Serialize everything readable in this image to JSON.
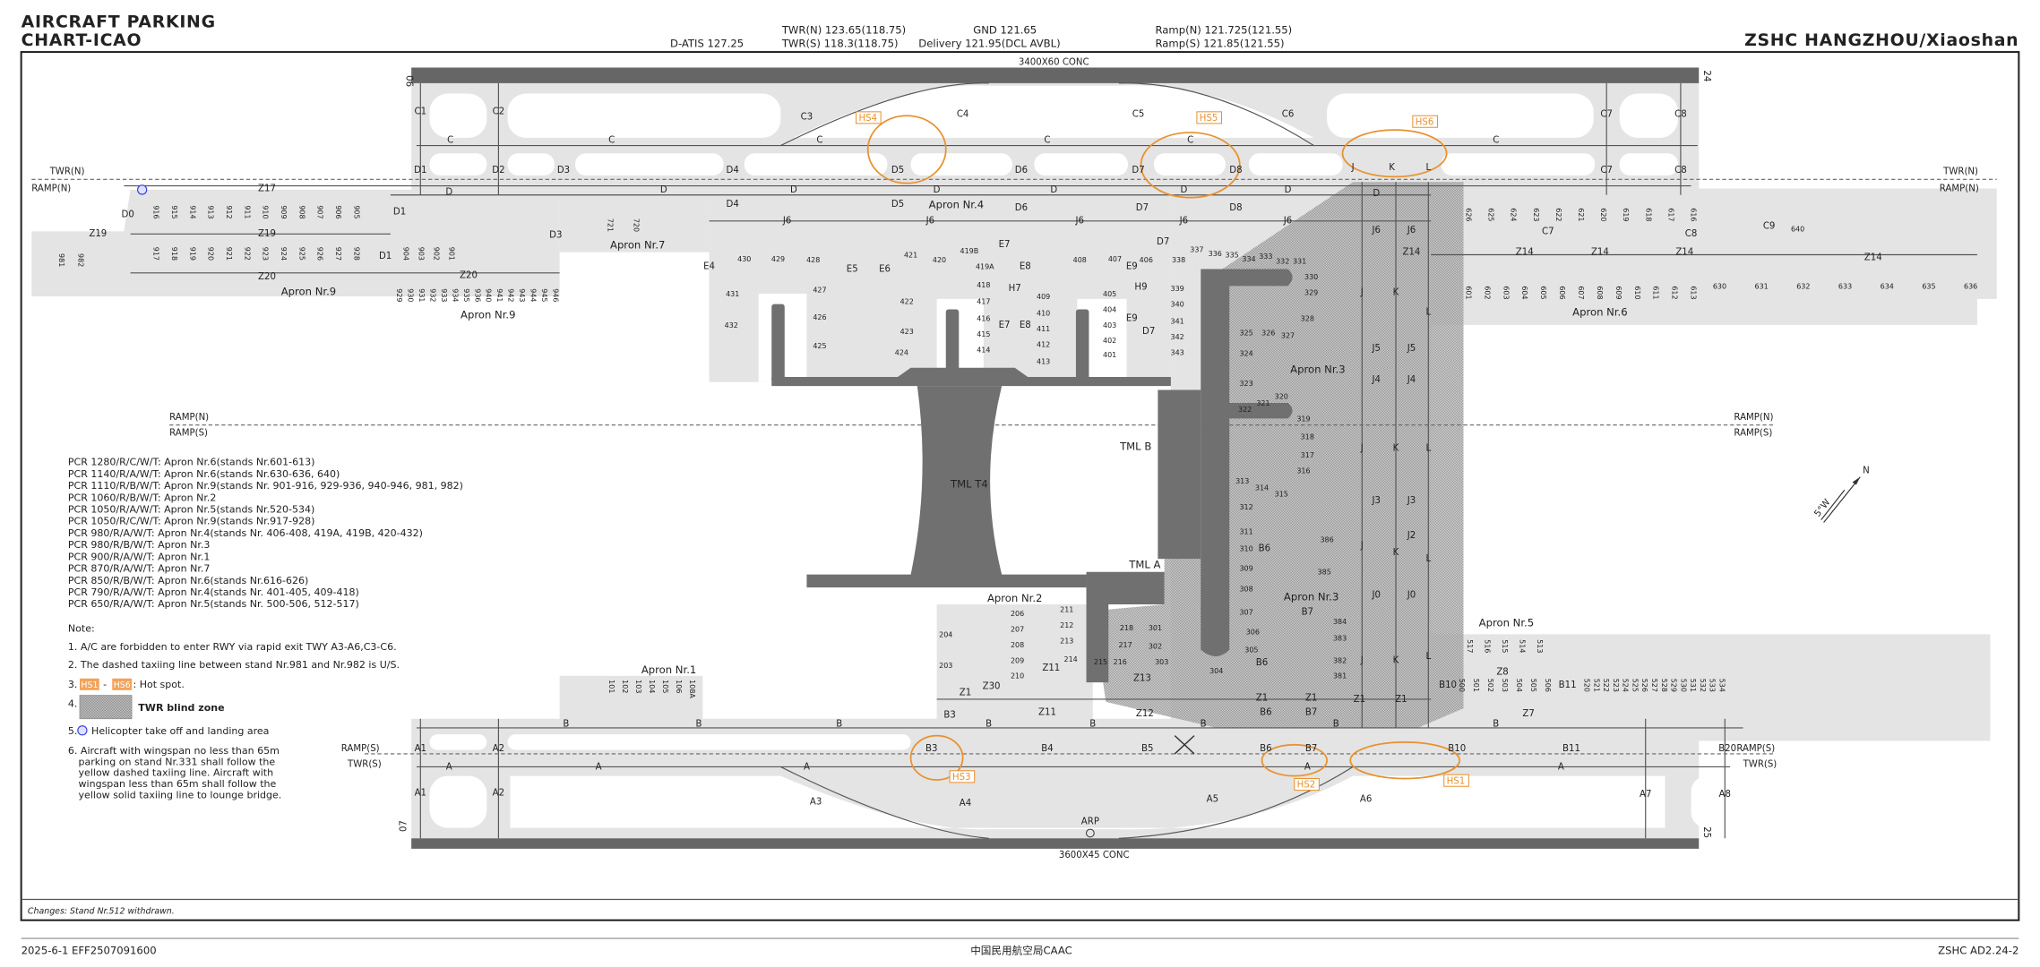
{
  "header": {
    "title_line1": "AIRCRAFT PARKING",
    "title_line2": "CHART-ICAO",
    "datis": "D-ATIS 127.25",
    "twr_n": "TWR(N) 123.65(118.75)",
    "twr_s": "TWR(S) 118.3(118.75)",
    "gnd": "GND 121.65",
    "delivery": "Delivery 121.95(DCL AVBL)",
    "ramp_n": "Ramp(N) 121.725(121.55)",
    "ramp_s": "Ramp(S) 121.85(121.55)",
    "airport": "ZSHC HANGZHOU/Xiaoshan"
  },
  "runways": {
    "north": {
      "surface": "3400X60 CONC",
      "end_w": "06",
      "end_e": "24"
    },
    "south": {
      "surface": "3600X45 CONC",
      "end_w": "07",
      "end_e": "25"
    },
    "arp": "ARP"
  },
  "boundaries": {
    "twr_n": "TWR(N)",
    "ramp_n": "RAMP(N)",
    "ramp_s": "RAMP(S)",
    "twr_s": "TWR(S)"
  },
  "compass": {
    "north": "N",
    "variation": "5°W"
  },
  "terminals": {
    "t4": "TML T4",
    "b": "TML B",
    "a": "TML A"
  },
  "aprons": {
    "a1": "Apron Nr.1",
    "a2": "Apron Nr.2",
    "a3": "Apron Nr.3",
    "a4": "Apron Nr.4",
    "a5": "Apron Nr.5",
    "a6": "Apron Nr.6",
    "a7": "Apron Nr.7",
    "a9": "Apron Nr.9"
  },
  "hotspots": {
    "hs1": "HS1",
    "hs2": "HS2",
    "hs3": "HS3",
    "hs4": "HS4",
    "hs5": "HS5",
    "hs6": "HS6",
    "color": "#e8912d"
  },
  "taxiways": {
    "A": "A",
    "A1": "A1",
    "A2": "A2",
    "A3": "A3",
    "A4": "A4",
    "A5": "A5",
    "A6": "A6",
    "A7": "A7",
    "A8": "A8",
    "B": "B",
    "B3": "B3",
    "B4": "B4",
    "B5": "B5",
    "B6": "B6",
    "B7": "B7",
    "B10": "B10",
    "B11": "B11",
    "B20": "B20",
    "C": "C",
    "C1": "C1",
    "C2": "C2",
    "C3": "C3",
    "C4": "C4",
    "C5": "C5",
    "C6": "C6",
    "C7": "C7",
    "C8": "C8",
    "C9": "C9",
    "D": "D",
    "D0": "D0",
    "D1": "D1",
    "D2": "D2",
    "D3": "D3",
    "D4": "D4",
    "D5": "D5",
    "D6": "D6",
    "D7": "D7",
    "D8": "D8",
    "E4": "E4",
    "E5": "E5",
    "E6": "E6",
    "E7": "E7",
    "E8": "E8",
    "E9": "E9",
    "H7": "H7",
    "H9": "H9",
    "J": "J",
    "J0": "J0",
    "J2": "J2",
    "J3": "J3",
    "J4": "J4",
    "J5": "J5",
    "J6": "J6",
    "K": "K",
    "L": "L",
    "Z1": "Z1",
    "Z7": "Z7",
    "Z8": "Z8",
    "Z11": "Z11",
    "Z12": "Z12",
    "Z13": "Z13",
    "Z14": "Z14",
    "Z17": "Z17",
    "Z19": "Z19",
    "Z20": "Z20",
    "Z30": "Z30"
  },
  "stands": {
    "apron9_upper": [
      "916",
      "915",
      "914",
      "913",
      "912",
      "911",
      "910",
      "909",
      "908",
      "907",
      "906",
      "905"
    ],
    "apron9_lower": [
      "917",
      "918",
      "919",
      "920",
      "921",
      "922",
      "923",
      "924",
      "925",
      "926",
      "927",
      "928"
    ],
    "apron9_east_upper": [
      "904",
      "903",
      "902",
      "901"
    ],
    "apron9_east_lower": [
      "929",
      "930",
      "931",
      "932",
      "933",
      "934",
      "935",
      "936",
      "940",
      "941",
      "942",
      "943",
      "944",
      "945",
      "946"
    ],
    "apron9_west": [
      "981",
      "982"
    ],
    "apron7": [
      "721",
      "720"
    ],
    "apron6_upper": [
      "626",
      "625",
      "624",
      "623",
      "622",
      "621",
      "620",
      "619",
      "618",
      "617",
      "616"
    ],
    "apron6_lower": [
      "601",
      "602",
      "603",
      "604",
      "605",
      "606",
      "607",
      "608",
      "609",
      "610",
      "611",
      "612",
      "613"
    ],
    "apron6_east": [
      "630",
      "631",
      "632",
      "633",
      "634",
      "635",
      "636"
    ],
    "apron6_640": "640",
    "apron1": [
      "101",
      "102",
      "103",
      "104",
      "105",
      "106",
      "108A"
    ],
    "apron5_upper": [
      "517",
      "516",
      "515",
      "514",
      "513"
    ],
    "apron5_lower": [
      "500",
      "501",
      "502",
      "503",
      "504",
      "505",
      "506"
    ],
    "apron5_east": [
      "520",
      "521",
      "522",
      "523",
      "524",
      "525",
      "526",
      "527",
      "528",
      "529",
      "530",
      "531",
      "532",
      "533",
      "534"
    ],
    "apron4": {
      "s429": "429",
      "s428": "428",
      "s427": "427",
      "s426": "426",
      "s425": "425",
      "s421": "421",
      "s420": "420",
      "s419B": "419B",
      "s419A": "419A",
      "s422": "422",
      "s423": "423",
      "s424": "424",
      "s418": "418",
      "s417": "417",
      "s416": "416",
      "s415": "415",
      "s414": "414",
      "s409": "409",
      "s410": "410",
      "s411": "411",
      "s412": "412",
      "s413": "413",
      "s408": "408",
      "s407": "407",
      "s406": "406",
      "s405": "405",
      "s404": "404",
      "s403": "403",
      "s402": "402",
      "s401": "401",
      "s430": "430",
      "s431": "431",
      "s432": "432"
    },
    "apron3": {
      "s339": "339",
      "s340": "340",
      "s341": "341",
      "s342": "342",
      "s343": "343",
      "s338": "338",
      "s337": "337",
      "s336": "336",
      "s335": "335",
      "s334": "334",
      "s333": "333",
      "s332": "332",
      "s331": "331",
      "s330": "330",
      "s329": "329",
      "s328": "328",
      "s325": "325",
      "s326": "326",
      "s327": "327",
      "s324": "324",
      "s323": "323",
      "s322": "322",
      "s321": "321",
      "s320": "320",
      "s319": "319",
      "s318": "318",
      "s317": "317",
      "s316": "316",
      "s313": "313",
      "s314": "314",
      "s315": "315",
      "s312": "312",
      "s311": "311",
      "s310": "310",
      "s309": "309",
      "s308": "308",
      "s307": "307",
      "s306": "306",
      "s305": "305",
      "s304": "304",
      "s303": "303",
      "s302": "302",
      "s301": "301",
      "s386": "386",
      "s385": "385",
      "s384": "384",
      "s383": "383",
      "s382": "382",
      "s381": "381"
    },
    "apron2": {
      "s203": "203",
      "s204": "204",
      "s206": "206",
      "s207": "207",
      "s208": "208",
      "s209": "209",
      "s210": "210",
      "s211": "211",
      "s212": "212",
      "s213": "213",
      "s214": "214",
      "s215": "215",
      "s216": "216",
      "s217": "217",
      "s218": "218"
    }
  },
  "pcr": [
    "PCR 1280/R/C/W/T: Apron Nr.6(stands Nr.601-613)",
    "PCR 1140/R/A/W/T: Apron Nr.6(stands Nr.630-636, 640)",
    "PCR 1110/R/B/W/T: Apron Nr.9(stands Nr. 901-916, 929-936, 940-946, 981, 982)",
    "PCR 1060/R/B/W/T: Apron Nr.2",
    "PCR 1050/R/A/W/T: Apron Nr.5(stands Nr.520-534)",
    "PCR 1050/R/C/W/T: Apron Nr.9(stands Nr.917-928)",
    "PCR 980/R/A/W/T: Apron Nr.4(stands Nr. 406-408, 419A, 419B, 420-432)",
    "PCR 980/R/B/W/T: Apron Nr.3",
    "PCR 900/R/A/W/T: Apron Nr.1",
    "PCR 870/R/A/W/T: Apron Nr.7",
    "PCR 850/R/B/W/T: Apron Nr.6(stands Nr.616-626)",
    "PCR 790/R/A/W/T: Apron Nr.4(stands Nr. 401-405, 409-418)",
    "PCR 650/R/A/W/T: Apron Nr.5(stands Nr. 500-506, 512-517)"
  ],
  "notes": {
    "title": "Note:",
    "n1": "1. A/C are forbidden to enter RWY via rapid exit TWY A3-A6,C3-C6.",
    "n2": "2. The dashed taxiing line between stand Nr.981 and Nr.982 is U/S.",
    "n3_prefix": "3.",
    "n3_from": "HS1",
    "n3_sep": "-",
    "n3_to": "HS6",
    "n3_text": ": Hot spot.",
    "n4_prefix": "4.",
    "n4_text": "TWR blind zone",
    "n5_prefix": "5.",
    "n5_text": "Helicopter take off and landing area",
    "n6": [
      "6. Aircraft with wingspan no less than 65m",
      "parking on stand Nr.331 shall follow the",
      "yellow dashed taxiing line. Aircraft with",
      "wingspan less than 65m shall follow the",
      "yellow solid taxiing line to lounge bridge."
    ]
  },
  "changes": "Changes: Stand Nr.512 withdrawn.",
  "footer": {
    "left": "2025-6-1 EFF2507091600",
    "center": "中国民用航空局CAAC",
    "right": "ZSHC AD2.24-2"
  }
}
